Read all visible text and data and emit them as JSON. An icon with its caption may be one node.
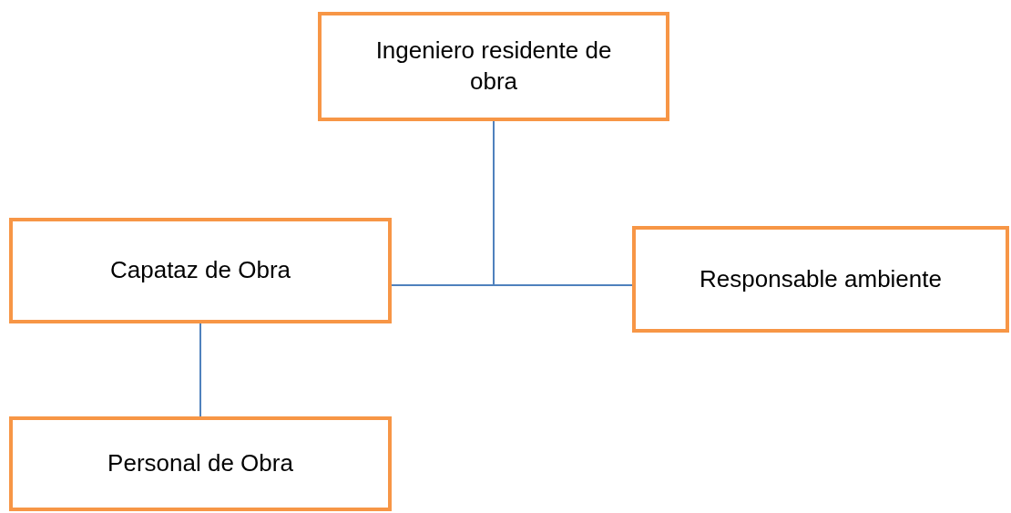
{
  "diagram": {
    "nodes": [
      {
        "text": [
          "Ingeniero residente de obra"
        ]
      },
      {
        "text": [
          "Capataz de Obra"
        ]
      },
      {
        "text": [
          "Responsable ambiente"
        ]
      },
      {
        "text": [
          "Personal de Obra"
        ]
      }
    ],
    "edges": [
      {
        "from": 0,
        "to": 1,
        "arrow": "none"
      },
      {
        "from": 0,
        "to": 2,
        "arrow": "none"
      },
      {
        "from": 1,
        "to": 3,
        "arrow": "none"
      }
    ]
  }
}
